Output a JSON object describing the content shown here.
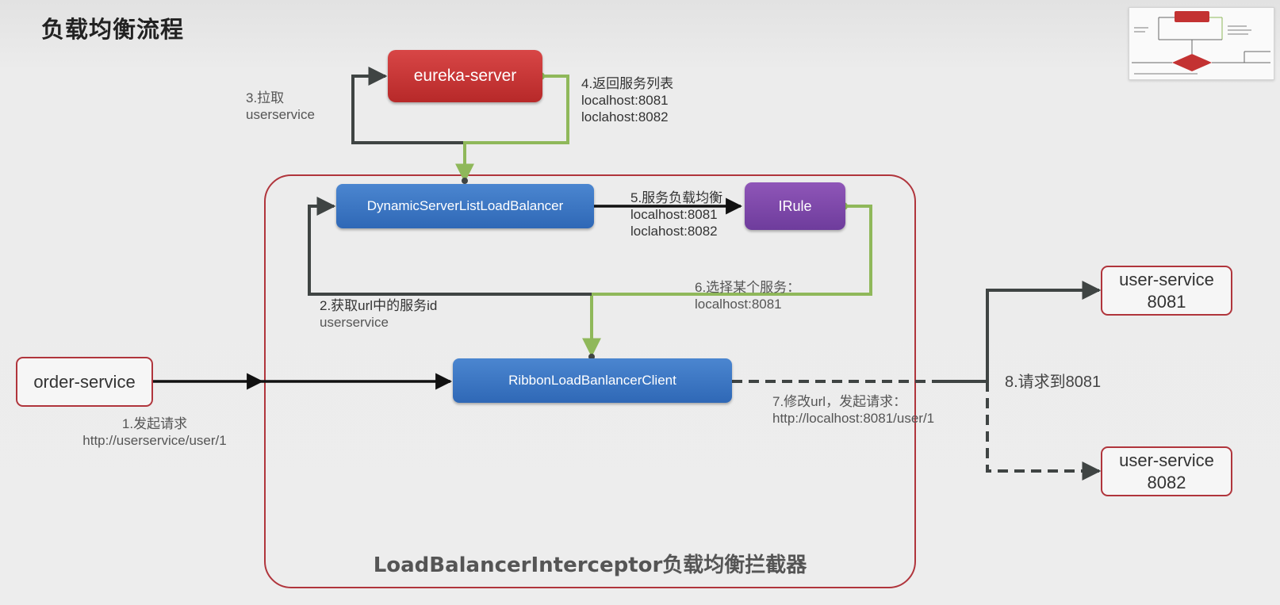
{
  "title": "负载均衡流程",
  "nodes": {
    "eureka_server": "eureka-server",
    "dynamic_lb": "DynamicServerListLoadBalancer",
    "irule": "IRule",
    "ribbon_client": "RibbonLoadBanlancerClient",
    "order_service": "order-service",
    "user_service_1": {
      "name": "user-service",
      "port": "8081"
    },
    "user_service_2": {
      "name": "user-service",
      "port": "8082"
    }
  },
  "interceptor_label": "LoadBalancerInterceptor负载均衡拦截器",
  "steps": {
    "step1": {
      "label": "1.发起请求",
      "detail": "http://userservice/user/1"
    },
    "step2": {
      "label": "2.获取url中的服务id",
      "detail": "userservice"
    },
    "step3": {
      "label": "3.拉取",
      "detail": "userservice"
    },
    "step4": {
      "label": "4.返回服务列表",
      "lines": [
        "localhost:8081",
        "loclahost:8082"
      ]
    },
    "step5": {
      "label": "5.服务负载均衡",
      "lines": [
        "localhost:8081",
        "loclahost:8082"
      ]
    },
    "step6": {
      "label": "6.选择某个服务：",
      "detail": "localhost:8081"
    },
    "step7": {
      "label": "7.修改url，发起请求：",
      "detail": "http://localhost:8081/user/1"
    },
    "step8": {
      "label": "8.请求到8081"
    }
  },
  "colors": {
    "red": "#b72929",
    "blue": "#2f68b6",
    "purple": "#6e3c9c",
    "green_line": "#8fb85a",
    "dark_line": "#3f4443",
    "border_red": "#b0353c"
  }
}
